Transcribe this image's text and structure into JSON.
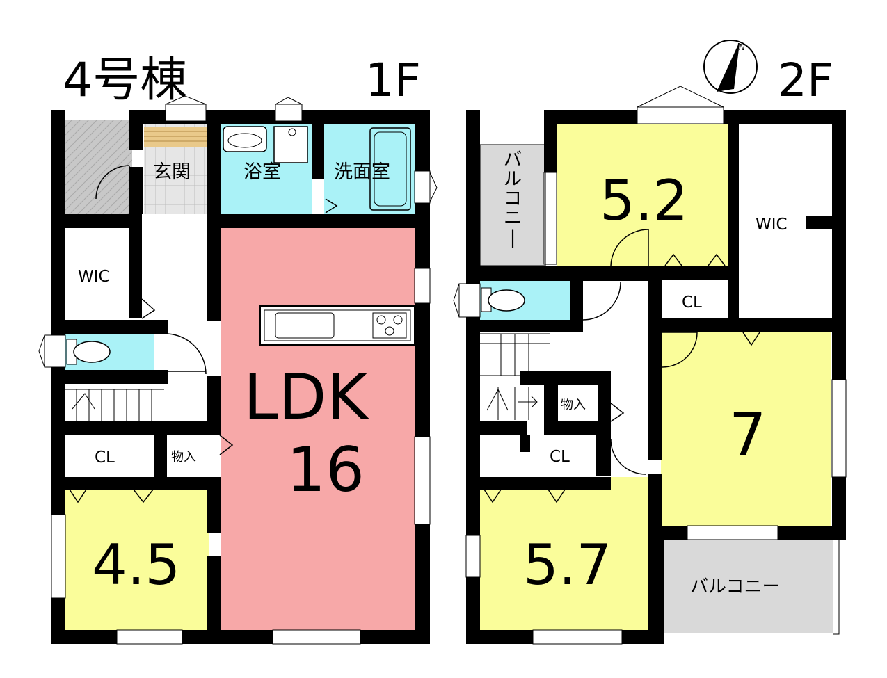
{
  "building_label": "4号棟",
  "floor1": {
    "label": "1F",
    "rooms": {
      "genkan": "玄関",
      "bath": "浴室",
      "washroom": "洗面室",
      "wic": "WIC",
      "ldk": "LDK",
      "ldk_size": "16",
      "cl": "CL",
      "storage": "物入",
      "bedroom_size": "4.5"
    }
  },
  "floor2": {
    "label": "2F",
    "compass": "N",
    "rooms": {
      "balcony_top": "バルコニー",
      "room_a_size": "5.2",
      "wic": "WIC",
      "cl_top": "CL",
      "storage": "物入",
      "cl_mid": "CL",
      "room_b_size": "7",
      "room_c_size": "5.7",
      "balcony_bottom": "バルコニー"
    }
  },
  "colors": {
    "wall": "#000000",
    "ldk": "#f7a8a8",
    "bedroom": "#fafd9a",
    "water": "#aaf2f7",
    "balcony": "#d9d9d9",
    "entrance_tile": "#e6e6e6",
    "porch": "#c8c8c8",
    "step_wood": "#e9c98a"
  }
}
